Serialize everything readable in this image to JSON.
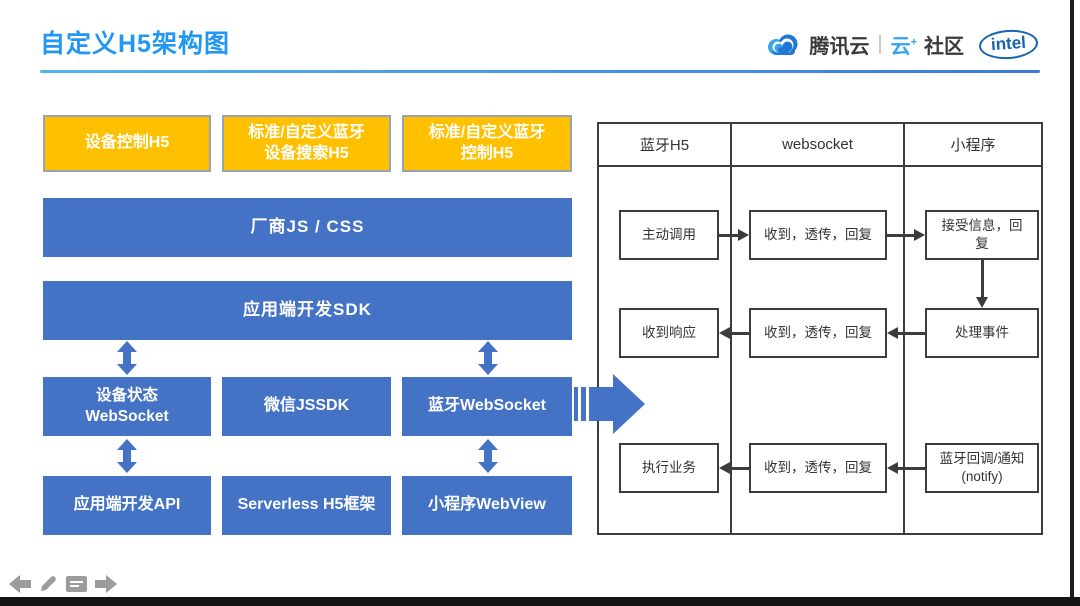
{
  "header": {
    "title": "自定义H5架构图",
    "brand": {
      "tencent_cloud": "腾讯云",
      "divider": "|",
      "community_yun": "云",
      "community_plus": "+",
      "community_rest": "社区",
      "intel": "intel"
    }
  },
  "stack": {
    "h5": [
      "设备控制H5",
      "标准/自定义蓝牙\n设备搜索H5",
      "标准/自定义蓝牙\n控制H5"
    ],
    "vendor_js_css": "厂商JS / CSS",
    "app_sdk": "应用端开发SDK",
    "middle": [
      "设备状态\nWebSocket",
      "微信JSSDK",
      "蓝牙WebSocket"
    ],
    "bottom": [
      "应用端开发API",
      "Serverless H5框架",
      "小程序WebView"
    ]
  },
  "sequence": {
    "columns": [
      "蓝牙H5",
      "websocket",
      "小程序"
    ],
    "row1": [
      "主动调用",
      "收到，透传，回复",
      "接受信息，回\n复"
    ],
    "row2": [
      "收到响应",
      "收到，透传，回复",
      "处理事件"
    ],
    "row3": [
      "执行业务",
      "收到，透传，回复",
      "蓝牙回调/通知\n(notify)"
    ]
  },
  "colors": {
    "title_blue": "#2196F3",
    "block_blue": "#4472C4",
    "block_orange": "#FFC000",
    "box_border": "#3C3C3C",
    "intel_blue": "#1465B0"
  }
}
